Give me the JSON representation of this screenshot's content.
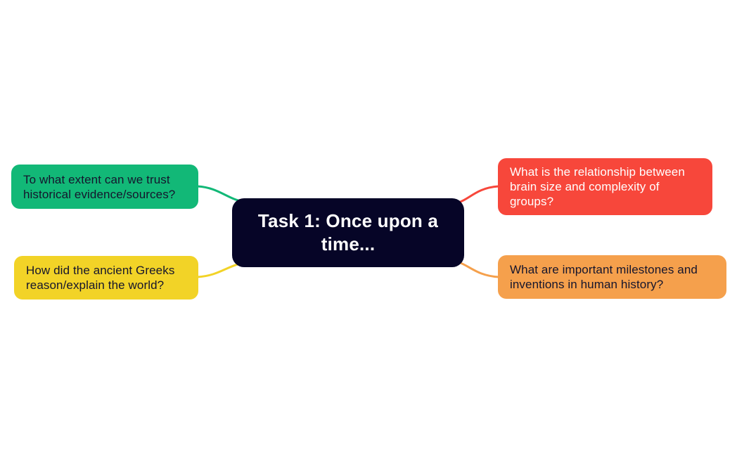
{
  "canvas": {
    "background_color": "#ffffff"
  },
  "central_node": {
    "label": "Task 1: Once upon a time...",
    "bg_color": "#060527",
    "text_color": "#ffffff"
  },
  "branches": [
    {
      "id": "trust-historical-evidence",
      "position": "top-left",
      "label": "To what extent can we trust historical evidence/sources?",
      "color": "#12b877",
      "text_color": "#15152d"
    },
    {
      "id": "greeks-reason-world",
      "position": "bottom-left",
      "label": "How did the ancient Greeks reason/explain the world?",
      "color": "#f2d327",
      "text_color": "#15152d"
    },
    {
      "id": "brain-size-complexity",
      "position": "top-right",
      "label": "What is the relationship between brain size and complexity of groups?",
      "color": "#f7473b",
      "text_color": "#ffffff"
    },
    {
      "id": "milestones-inventions",
      "position": "bottom-right",
      "label": "What are important milestones and inventions in human history?",
      "color": "#f5a04c",
      "text_color": "#15152d"
    }
  ]
}
